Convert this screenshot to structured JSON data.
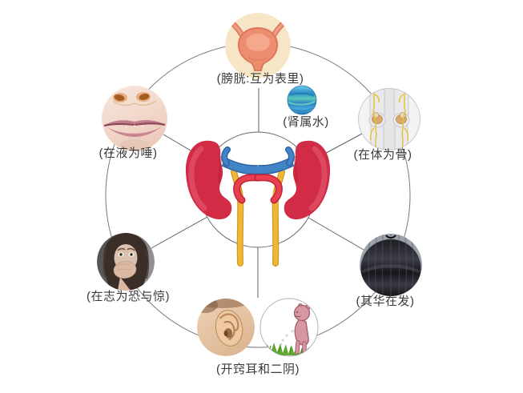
{
  "diagram": {
    "subject": "kidney (TCM organ relationships)",
    "center_node": {
      "id": "kidneys"
    },
    "nodes": [
      {
        "id": "bladder",
        "label": "(膀胱:互为表里)"
      },
      {
        "id": "water-element",
        "label": "(肾属水)"
      },
      {
        "id": "lips-saliva",
        "label": "(在液为唾)"
      },
      {
        "id": "bones",
        "label": "(在体为骨)"
      },
      {
        "id": "emotion-fear",
        "label": "(在志为恐与惊)"
      },
      {
        "id": "hair",
        "label": "(其华在发)"
      },
      {
        "id": "ears-two-yin",
        "label": "(开窍耳和二阴)"
      }
    ],
    "colors": {
      "kidney_red": "#d22b45",
      "kidney_highlight": "#e0536a",
      "vein_blue": "#4384c6",
      "artery_red": "#e8404f",
      "ureter_yellow": "#f2b637",
      "bladder_circle_bg": "#f7e6c6",
      "bladder_fill": "#ec8d70",
      "water_blue": "#3a9ad2",
      "grass_green": "#61a832",
      "figure_pink": "#d697a2",
      "connector_gray": "#6b6b6b",
      "label_text": "#3a3a3a",
      "background": "#ffffff"
    }
  }
}
